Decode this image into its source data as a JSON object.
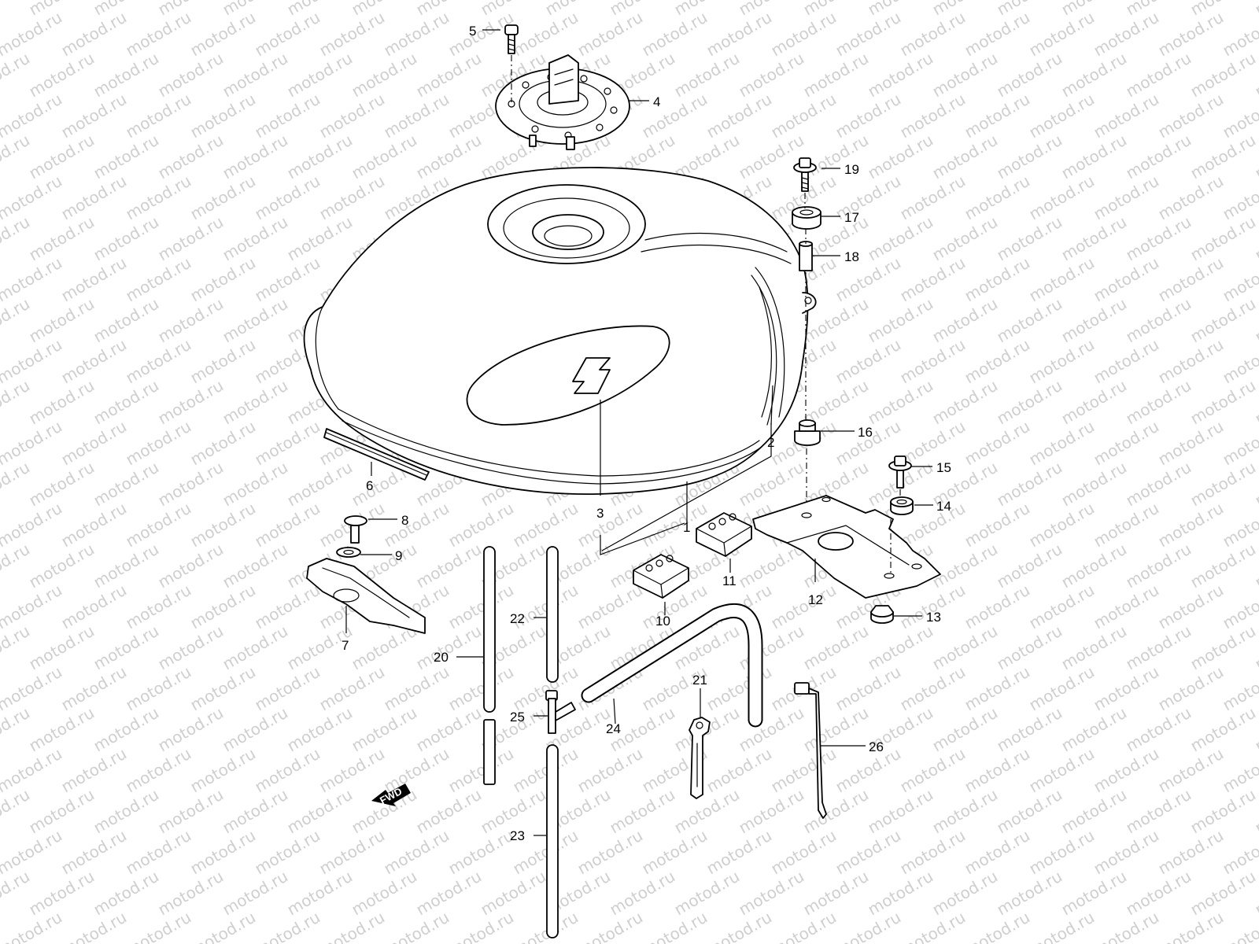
{
  "watermark": "motod.ru",
  "fwd_label": "FWD",
  "callouts": {
    "c1": "1",
    "c2": "2",
    "c3": "3",
    "c4": "4",
    "c5": "5",
    "c6": "6",
    "c7": "7",
    "c8": "8",
    "c9": "9",
    "c10": "10",
    "c11": "11",
    "c12": "12",
    "c13": "13",
    "c14": "14",
    "c15": "15",
    "c16": "16",
    "c17": "17",
    "c18": "18",
    "c19": "19",
    "c20": "20",
    "c21": "21",
    "c22": "22",
    "c23": "23",
    "c24": "24",
    "c25": "25",
    "c26": "26"
  }
}
